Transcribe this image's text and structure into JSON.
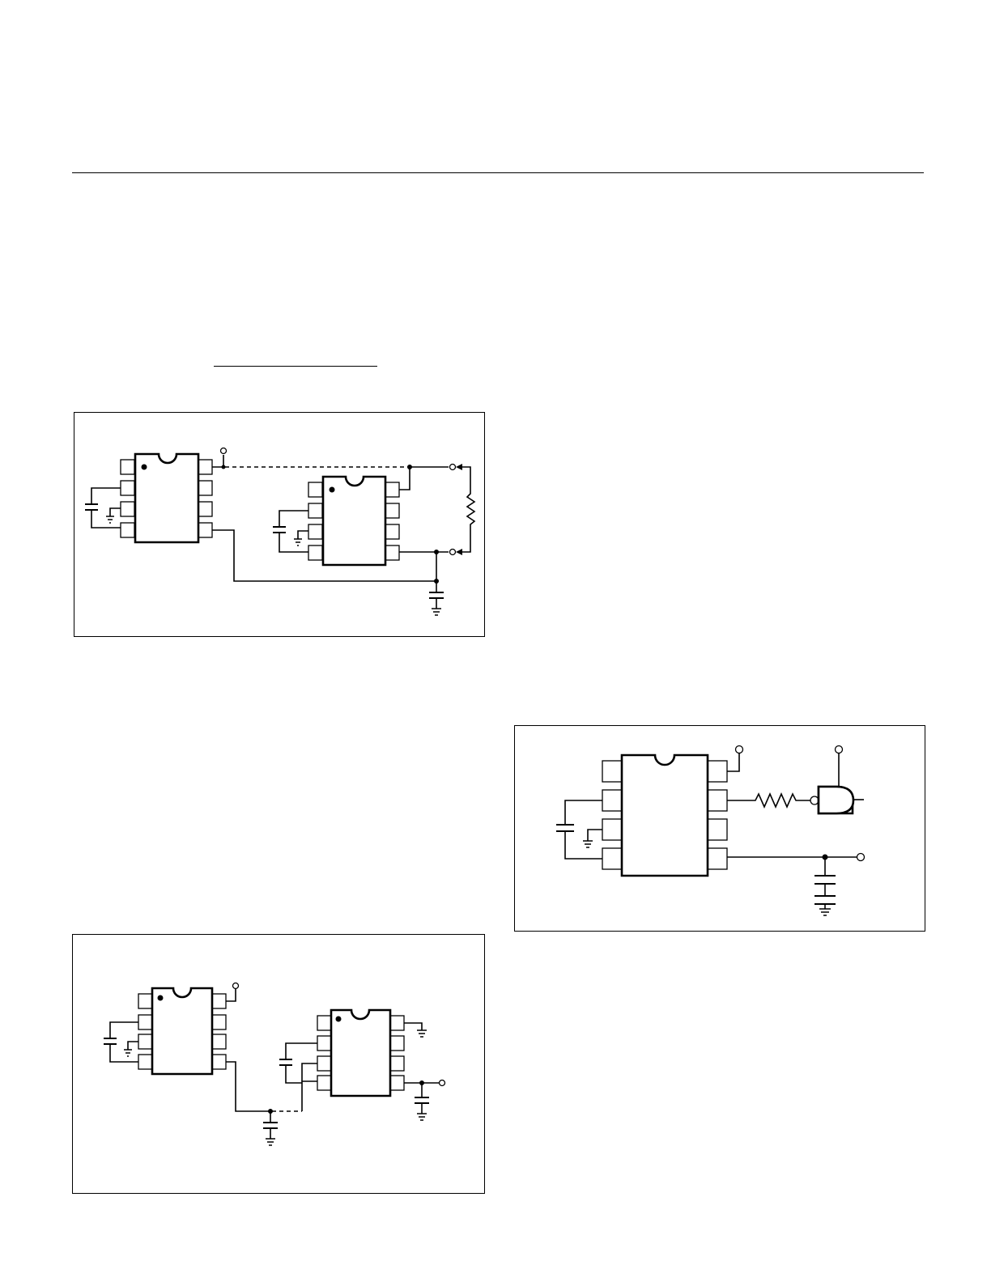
{
  "page": {
    "background": "#ffffff",
    "line_color": "#000000"
  },
  "figures": [
    {
      "id": "fig-a",
      "description_visible_text": ""
    },
    {
      "id": "fig-b",
      "description_visible_text": ""
    },
    {
      "id": "fig-c",
      "description_visible_text": ""
    }
  ]
}
